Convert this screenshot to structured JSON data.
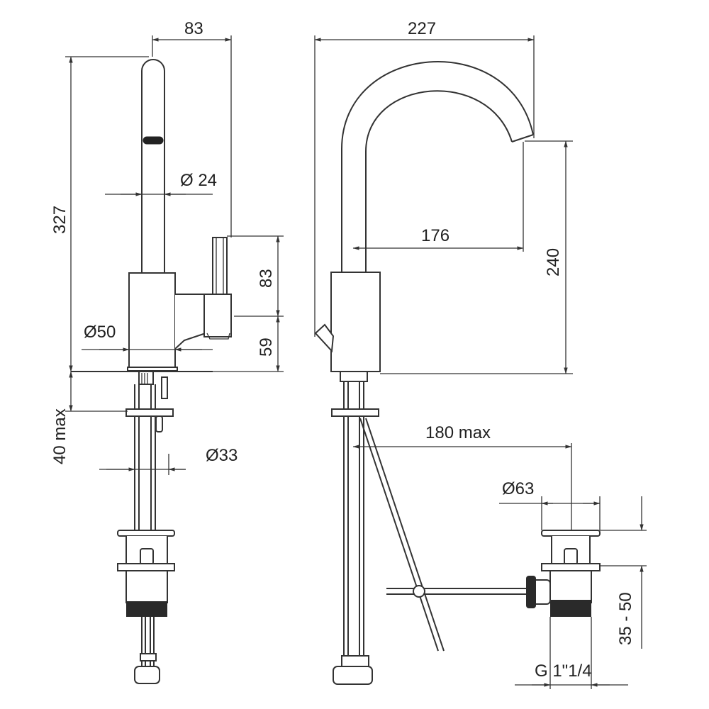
{
  "dimensions": {
    "spout_offset": "83",
    "total_height": "327",
    "spout_diameter": "Ø 24",
    "handle_height": "83",
    "base_diameter": "Ø50",
    "handle_base_height": "59",
    "max_deck_thickness": "40 max",
    "shank_diameter": "Ø33",
    "spout_reach_total": "227",
    "spout_reach_inner": "176",
    "spout_clearance": "240",
    "pop_up_rod_max": "180 max",
    "drain_flange_diameter": "Ø63",
    "drain_length_range": "35 - 50",
    "drain_thread": "G 1\"1/4"
  },
  "colors": {
    "line": "#333333",
    "fill": "#222222",
    "background": "#ffffff"
  }
}
